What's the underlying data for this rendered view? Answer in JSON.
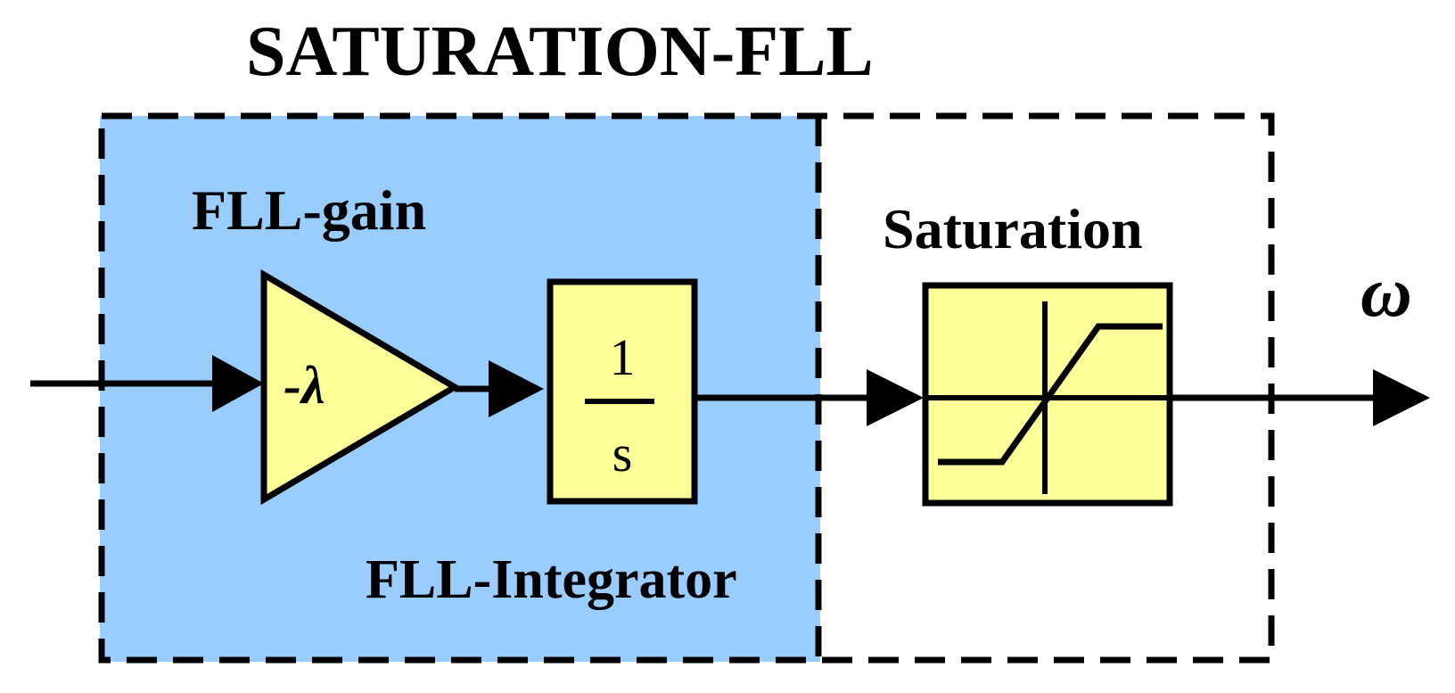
{
  "title": "SATURATION-FLL",
  "blocks": {
    "gain": {
      "label": "FLL-gain",
      "symbol": "-λ"
    },
    "integrator": {
      "label": "FLL-Integrator",
      "numerator": "1",
      "denominator": "s"
    },
    "saturation": {
      "label": "Saturation"
    }
  },
  "output": {
    "symbol": "ω"
  },
  "colors": {
    "fll_region": "#99ccff",
    "block_fill": "#ffff99",
    "stroke": "#000000"
  }
}
